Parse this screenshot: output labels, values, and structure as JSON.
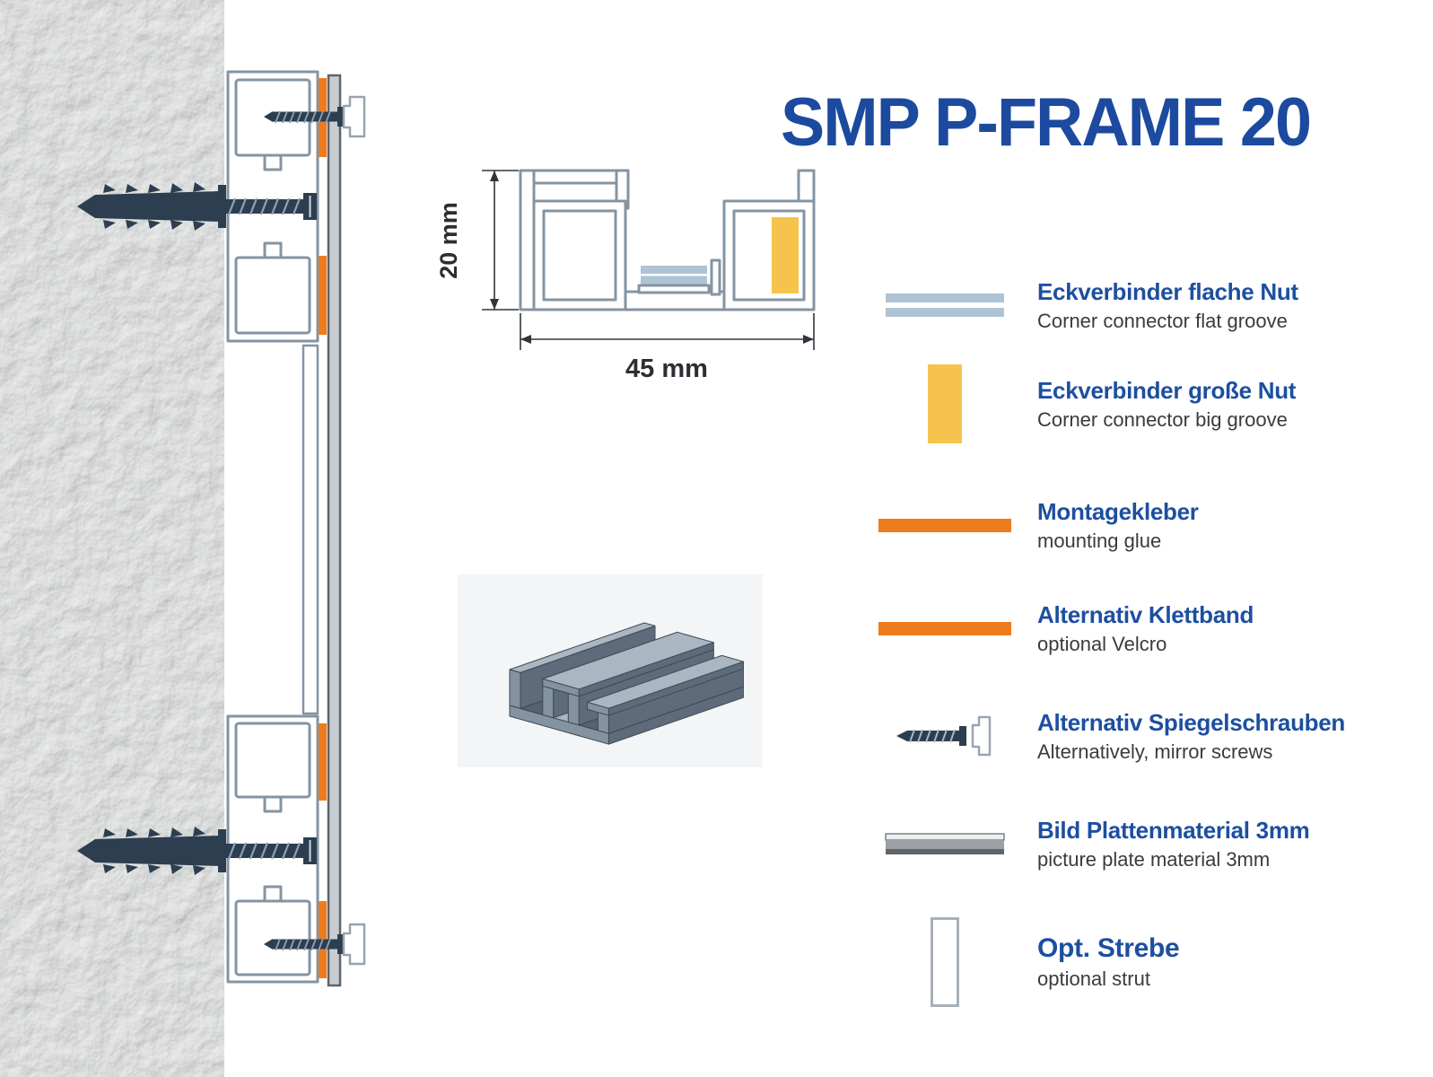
{
  "title": "SMP P-FRAME 20",
  "cross_section": {
    "height_label": "20 mm",
    "width_label": "45 mm"
  },
  "legend": {
    "items": [
      {
        "icon": "flat-groove-bars-icon",
        "title": "Eckverbinder flache Nut",
        "subtitle": "Corner connector flat groove"
      },
      {
        "icon": "big-groove-block-icon",
        "title": "Eckverbinder große Nut",
        "subtitle": "Corner connector big groove"
      },
      {
        "icon": "mounting-glue-bar-icon",
        "title": "Montagekleber",
        "subtitle": "mounting glue"
      },
      {
        "icon": "velcro-bar-icon",
        "title": "Alternativ Klettband",
        "subtitle": "optional Velcro"
      },
      {
        "icon": "mirror-screw-icon",
        "title": "Alternativ Spiegelschrauben",
        "subtitle": "Alternatively, mirror screws"
      },
      {
        "icon": "picture-plate-icon",
        "title": "Bild Plattenmaterial 3mm",
        "subtitle": "picture plate material 3mm"
      },
      {
        "icon": "strut-icon",
        "title": "Opt. Strebe",
        "subtitle": "optional strut"
      }
    ]
  },
  "colors": {
    "title_blue": "#1c4a9e",
    "legend_blue": "#1d4fa0",
    "orange": "#ee7c1e",
    "yellow": "#f6c44d",
    "flat_groove_blue": "#aec3d4",
    "profile_line": "#8494a3",
    "screw_navy": "#2c3e50",
    "plate_gray": "#c9cdd1"
  }
}
